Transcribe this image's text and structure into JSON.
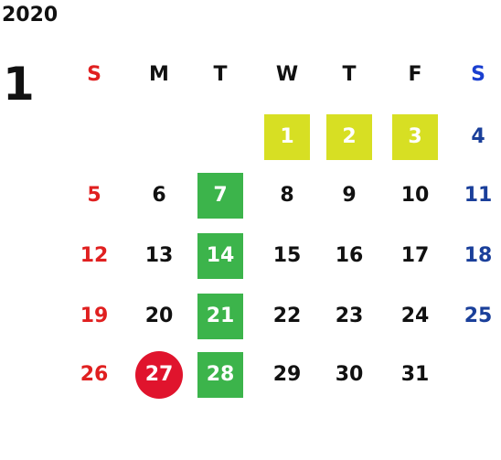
{
  "header": {
    "year": "2020",
    "month": "1"
  },
  "weekdays": [
    "S",
    "M",
    "T",
    "W",
    "T",
    "F",
    "S"
  ],
  "colors": {
    "sunday": "#e02020",
    "saturday": "#1a3f9a",
    "weekday": "#111111",
    "holiday_yellow": "#d7df23",
    "marked_green": "#3cb44b",
    "today_red": "#e0142d"
  },
  "weeks": [
    [
      {
        "day": ""
      },
      {
        "day": ""
      },
      {
        "day": ""
      },
      {
        "day": "1",
        "style": "holiday-yellow"
      },
      {
        "day": "2",
        "style": "holiday-yellow"
      },
      {
        "day": "3",
        "style": "holiday-yellow"
      },
      {
        "day": "4"
      }
    ],
    [
      {
        "day": "5"
      },
      {
        "day": "6"
      },
      {
        "day": "7",
        "style": "marked-green"
      },
      {
        "day": "8"
      },
      {
        "day": "9"
      },
      {
        "day": "10"
      },
      {
        "day": "11"
      }
    ],
    [
      {
        "day": "12"
      },
      {
        "day": "13"
      },
      {
        "day": "14",
        "style": "marked-green"
      },
      {
        "day": "15"
      },
      {
        "day": "16"
      },
      {
        "day": "17"
      },
      {
        "day": "18"
      }
    ],
    [
      {
        "day": "19"
      },
      {
        "day": "20"
      },
      {
        "day": "21",
        "style": "marked-green"
      },
      {
        "day": "22"
      },
      {
        "day": "23"
      },
      {
        "day": "24"
      },
      {
        "day": "25"
      }
    ],
    [
      {
        "day": "26"
      },
      {
        "day": "27",
        "style": "today-red"
      },
      {
        "day": "28",
        "style": "marked-green"
      },
      {
        "day": "29"
      },
      {
        "day": "30"
      },
      {
        "day": "31"
      },
      {
        "day": ""
      }
    ]
  ]
}
